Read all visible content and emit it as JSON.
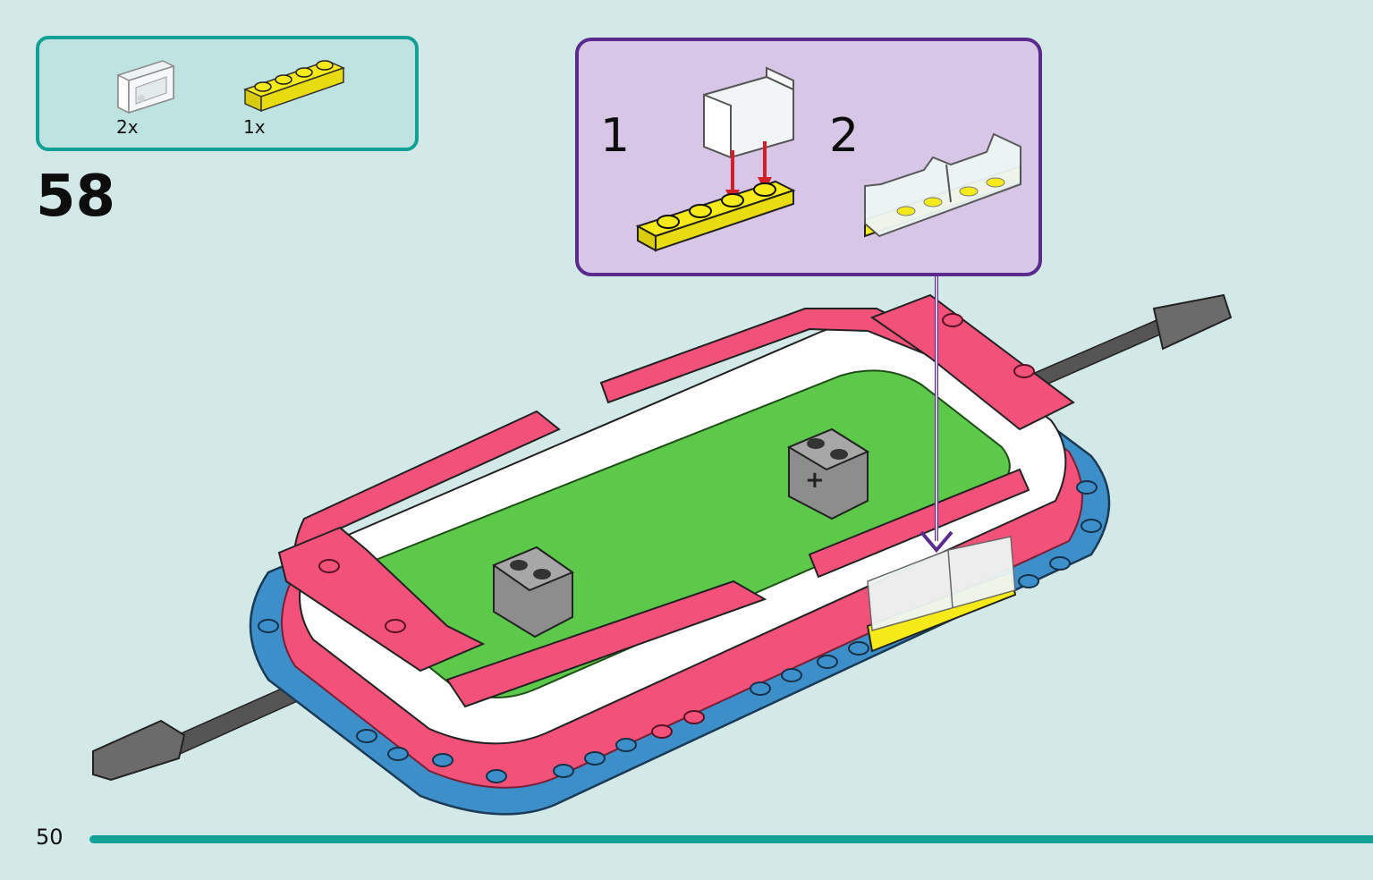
{
  "parts_list": {
    "items": [
      {
        "name": "clear-panel",
        "count": "2x"
      },
      {
        "name": "yellow-plate-1x4",
        "count": "1x"
      }
    ]
  },
  "step": {
    "number": "58"
  },
  "callout": {
    "substeps": [
      "1",
      "2"
    ]
  },
  "page": {
    "number": "50"
  },
  "colors": {
    "teal_accent": "#13a095",
    "callout_border": "#5a2a8c",
    "callout_bg": "#d8c6e7",
    "background": "#d2e9e7",
    "pink": "#f2517a",
    "green": "#5cc94a",
    "blue": "#3d8fc9",
    "yellow": "#f6ea1a"
  }
}
